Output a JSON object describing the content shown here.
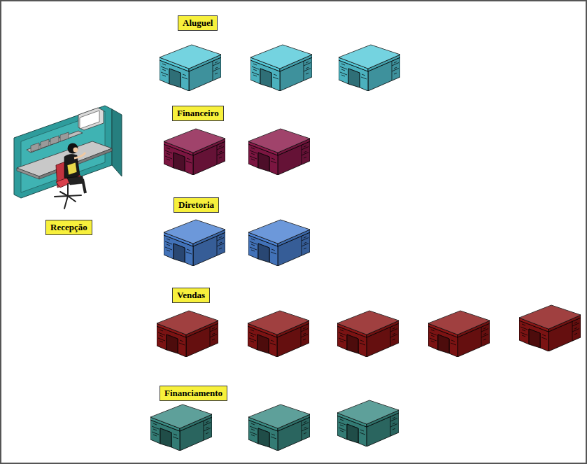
{
  "diagram": {
    "nodes": [
      {
        "text": [
          "Aluguel"
        ]
      },
      {
        "text": [
          "Financeiro"
        ]
      },
      {
        "text": [
          "Diretoria"
        ]
      },
      {
        "text": [
          "Recepção"
        ]
      },
      {
        "text": [
          "Vendas"
        ]
      },
      {
        "text": [
          "Financiamento"
        ]
      }
    ]
  }
}
